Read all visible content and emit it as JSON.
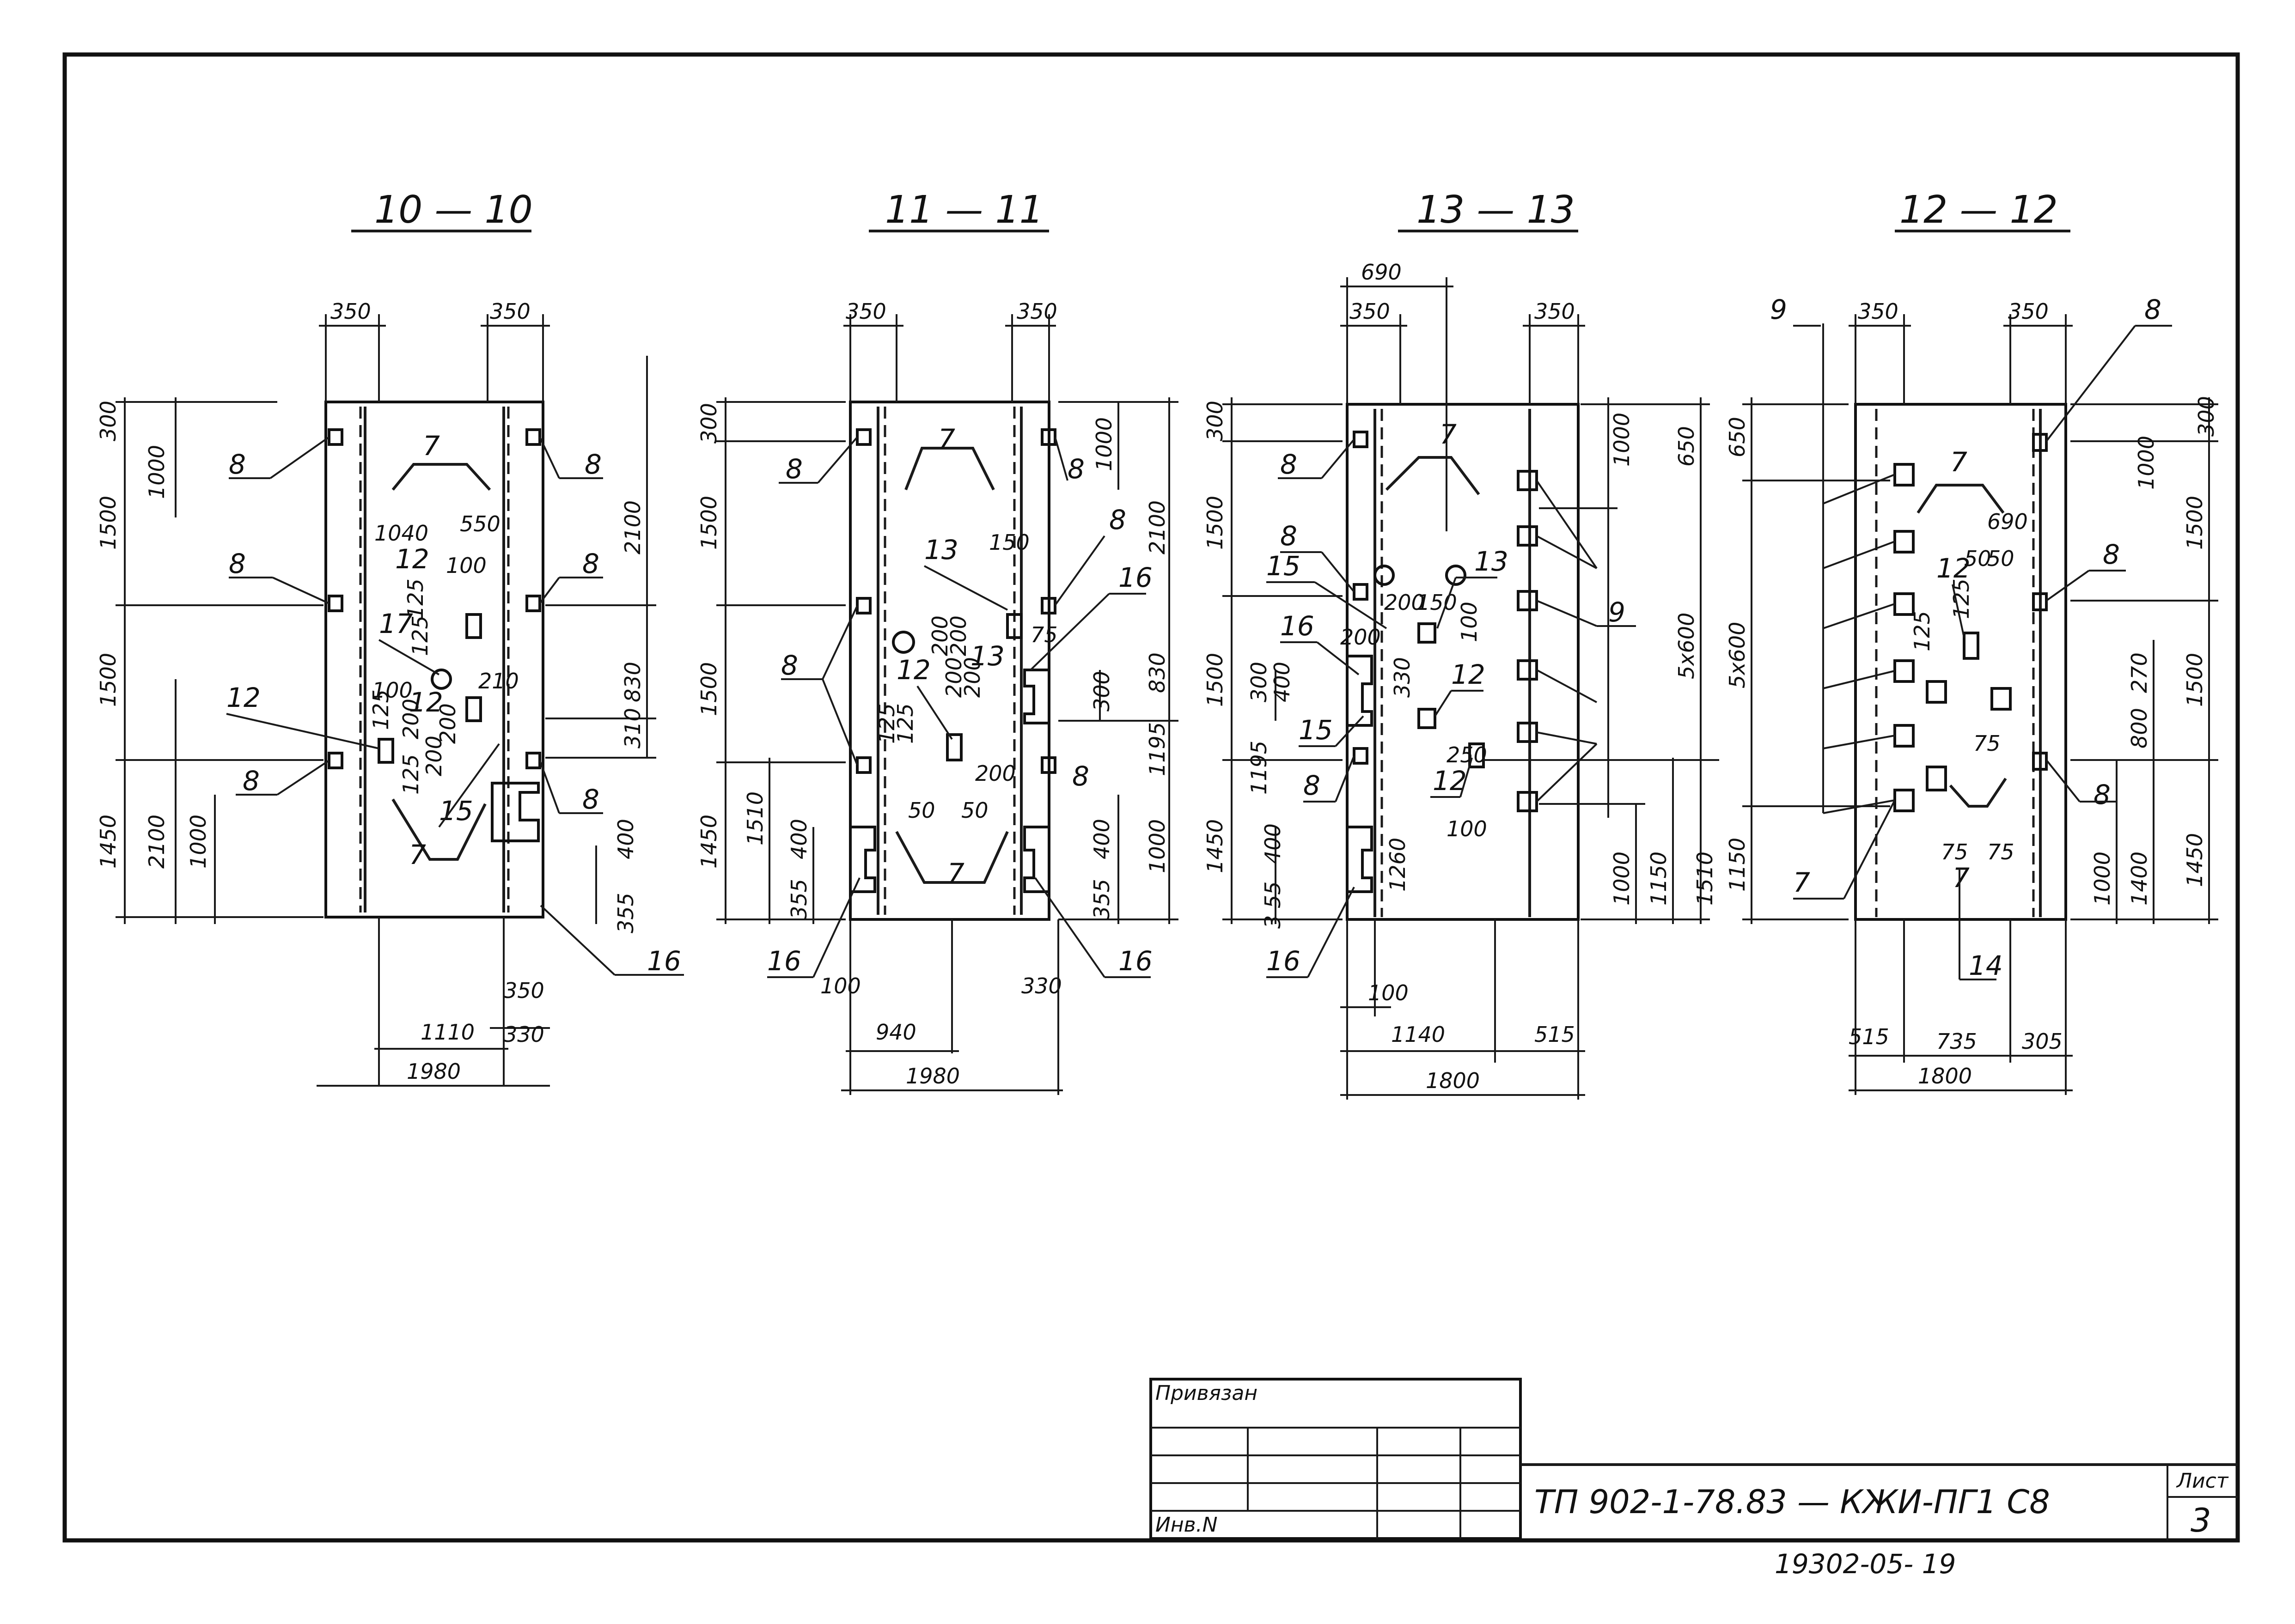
{
  "sections": [
    {
      "title": "10 — 10"
    },
    {
      "title": "11 — 11"
    },
    {
      "title": "13 — 13"
    },
    {
      "title": "12 — 12"
    }
  ],
  "s10": {
    "top_left": "350",
    "top_right": "350",
    "left_dims": [
      "300",
      "1000",
      "1500",
      "1500",
      "1450",
      "2100",
      "1000"
    ],
    "right_dims": [
      "2100",
      "830",
      "310"
    ],
    "inner": [
      "1040",
      "550",
      "100",
      "125",
      "125",
      "100",
      "125",
      "125",
      "200",
      "200",
      "200",
      "210"
    ],
    "bottom": [
      "1110",
      "330",
      "1980"
    ],
    "side_dims": [
      "400",
      "355",
      "350"
    ],
    "labels": [
      "8",
      "8",
      "8",
      "8",
      "8",
      "7",
      "7",
      "12",
      "12",
      "12",
      "17",
      "15",
      "16"
    ]
  },
  "s11": {
    "top_left": "350",
    "top_right": "350",
    "left_dims": [
      "300",
      "1500",
      "1500",
      "1510",
      "1450",
      "400",
      "355"
    ],
    "right_dims": [
      "1000",
      "2100",
      "830",
      "300",
      "1195",
      "1000",
      "400",
      "355"
    ],
    "inner": [
      "150",
      "200",
      "200",
      "200",
      "200",
      "200",
      "75",
      "125",
      "125",
      "50",
      "50",
      "100",
      "940",
      "330"
    ],
    "bottom": [
      "1980"
    ],
    "labels": [
      "8",
      "8",
      "8",
      "8",
      "8",
      "7",
      "7",
      "13",
      "13",
      "12",
      "16",
      "16",
      "16"
    ]
  },
  "s13": {
    "top": [
      "690",
      "350",
      "350"
    ],
    "left_dims": [
      "300",
      "1500",
      "1500",
      "300",
      "400",
      "1195",
      "1450",
      "400",
      "3 55"
    ],
    "right_dims": [
      "1000",
      "650",
      "5x600",
      "1000",
      "1150",
      "1510"
    ],
    "inner": [
      "200",
      "150",
      "200",
      "100",
      "330",
      "250",
      "100",
      "1260"
    ],
    "bottom": [
      "100",
      "1140",
      "515",
      "1800"
    ],
    "labels": [
      "8",
      "8",
      "8",
      "7",
      "15",
      "15",
      "16",
      "16",
      "13",
      "12",
      "12",
      "9"
    ]
  },
  "s12": {
    "top": [
      "350",
      "350"
    ],
    "left_dims": [
      "650",
      "5x600",
      "1150"
    ],
    "right_dims": [
      "300",
      "1000",
      "1500",
      "1500",
      "270",
      "800",
      "1000",
      "1400",
      "1450"
    ],
    "inner": [
      "690",
      "50",
      "50",
      "125",
      "125",
      "75",
      "75",
      "75"
    ],
    "bottom": [
      "515",
      "735",
      "305",
      "1800"
    ],
    "labels": [
      "9",
      "8",
      "8",
      "8",
      "7",
      "7",
      "7",
      "12",
      "14"
    ]
  },
  "stamp": {
    "attached": "Привязан",
    "inv": "Инв.N",
    "code": "ТП 902-1-78.83 — КЖИ-ПГ1 С8",
    "sheet_label": "Лист",
    "sheet_no": "3",
    "archive": "19302-05-   19"
  }
}
